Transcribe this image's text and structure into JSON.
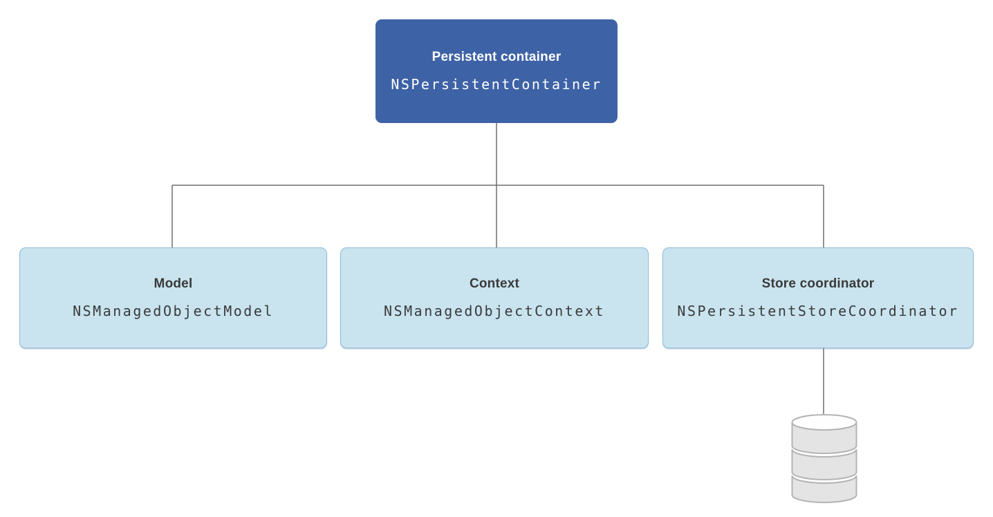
{
  "diagram": {
    "nodes": [
      {
        "id": "persistent-container",
        "title": "Persistent container",
        "code": "NSPersistentContainer",
        "variant": "primary"
      },
      {
        "id": "model",
        "title": "Model",
        "code": "NSManagedObjectModel",
        "variant": "secondary"
      },
      {
        "id": "context",
        "title": "Context",
        "code": "NSManagedObjectContext",
        "variant": "secondary"
      },
      {
        "id": "store-coordinator",
        "title": "Store coordinator",
        "code": "NSPersistentStoreCoordinator",
        "variant": "secondary"
      }
    ],
    "icons": [
      {
        "name": "database-icon",
        "meaning": "persistent store database cylinder"
      }
    ]
  },
  "colors": {
    "primary_node_bg": "#3e62a6",
    "primary_node_text": "#ffffff",
    "secondary_node_bg": "#c9e4ef",
    "secondary_node_border": "#8fb9d9",
    "secondary_node_text": "#3a3a3a",
    "connector": "#6e6e6e",
    "store_icon_fill": "#e4e4e4",
    "store_icon_stroke": "#b3b3b3",
    "store_icon_top_fill": "#fefefe",
    "background": "#ffffff"
  }
}
